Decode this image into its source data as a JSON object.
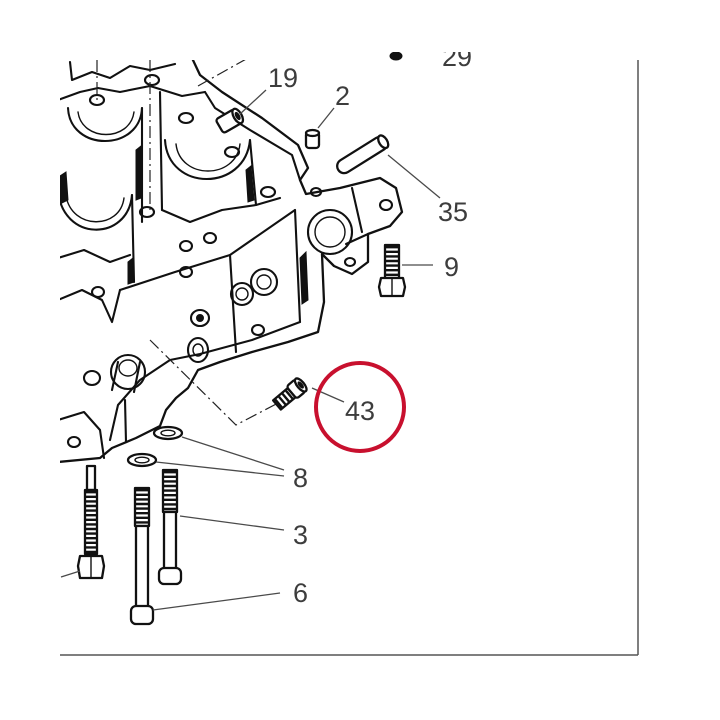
{
  "callouts": [
    {
      "label": "19"
    },
    {
      "label": "2"
    },
    {
      "label": "35"
    },
    {
      "label": "9"
    },
    {
      "label": "43"
    },
    {
      "label": "8"
    },
    {
      "label": "3"
    },
    {
      "label": "6"
    },
    {
      "label": "29"
    }
  ],
  "colors": {
    "highlight": "#c8102e",
    "drawing": "#111111",
    "callout_text": "#3d3d3d"
  }
}
